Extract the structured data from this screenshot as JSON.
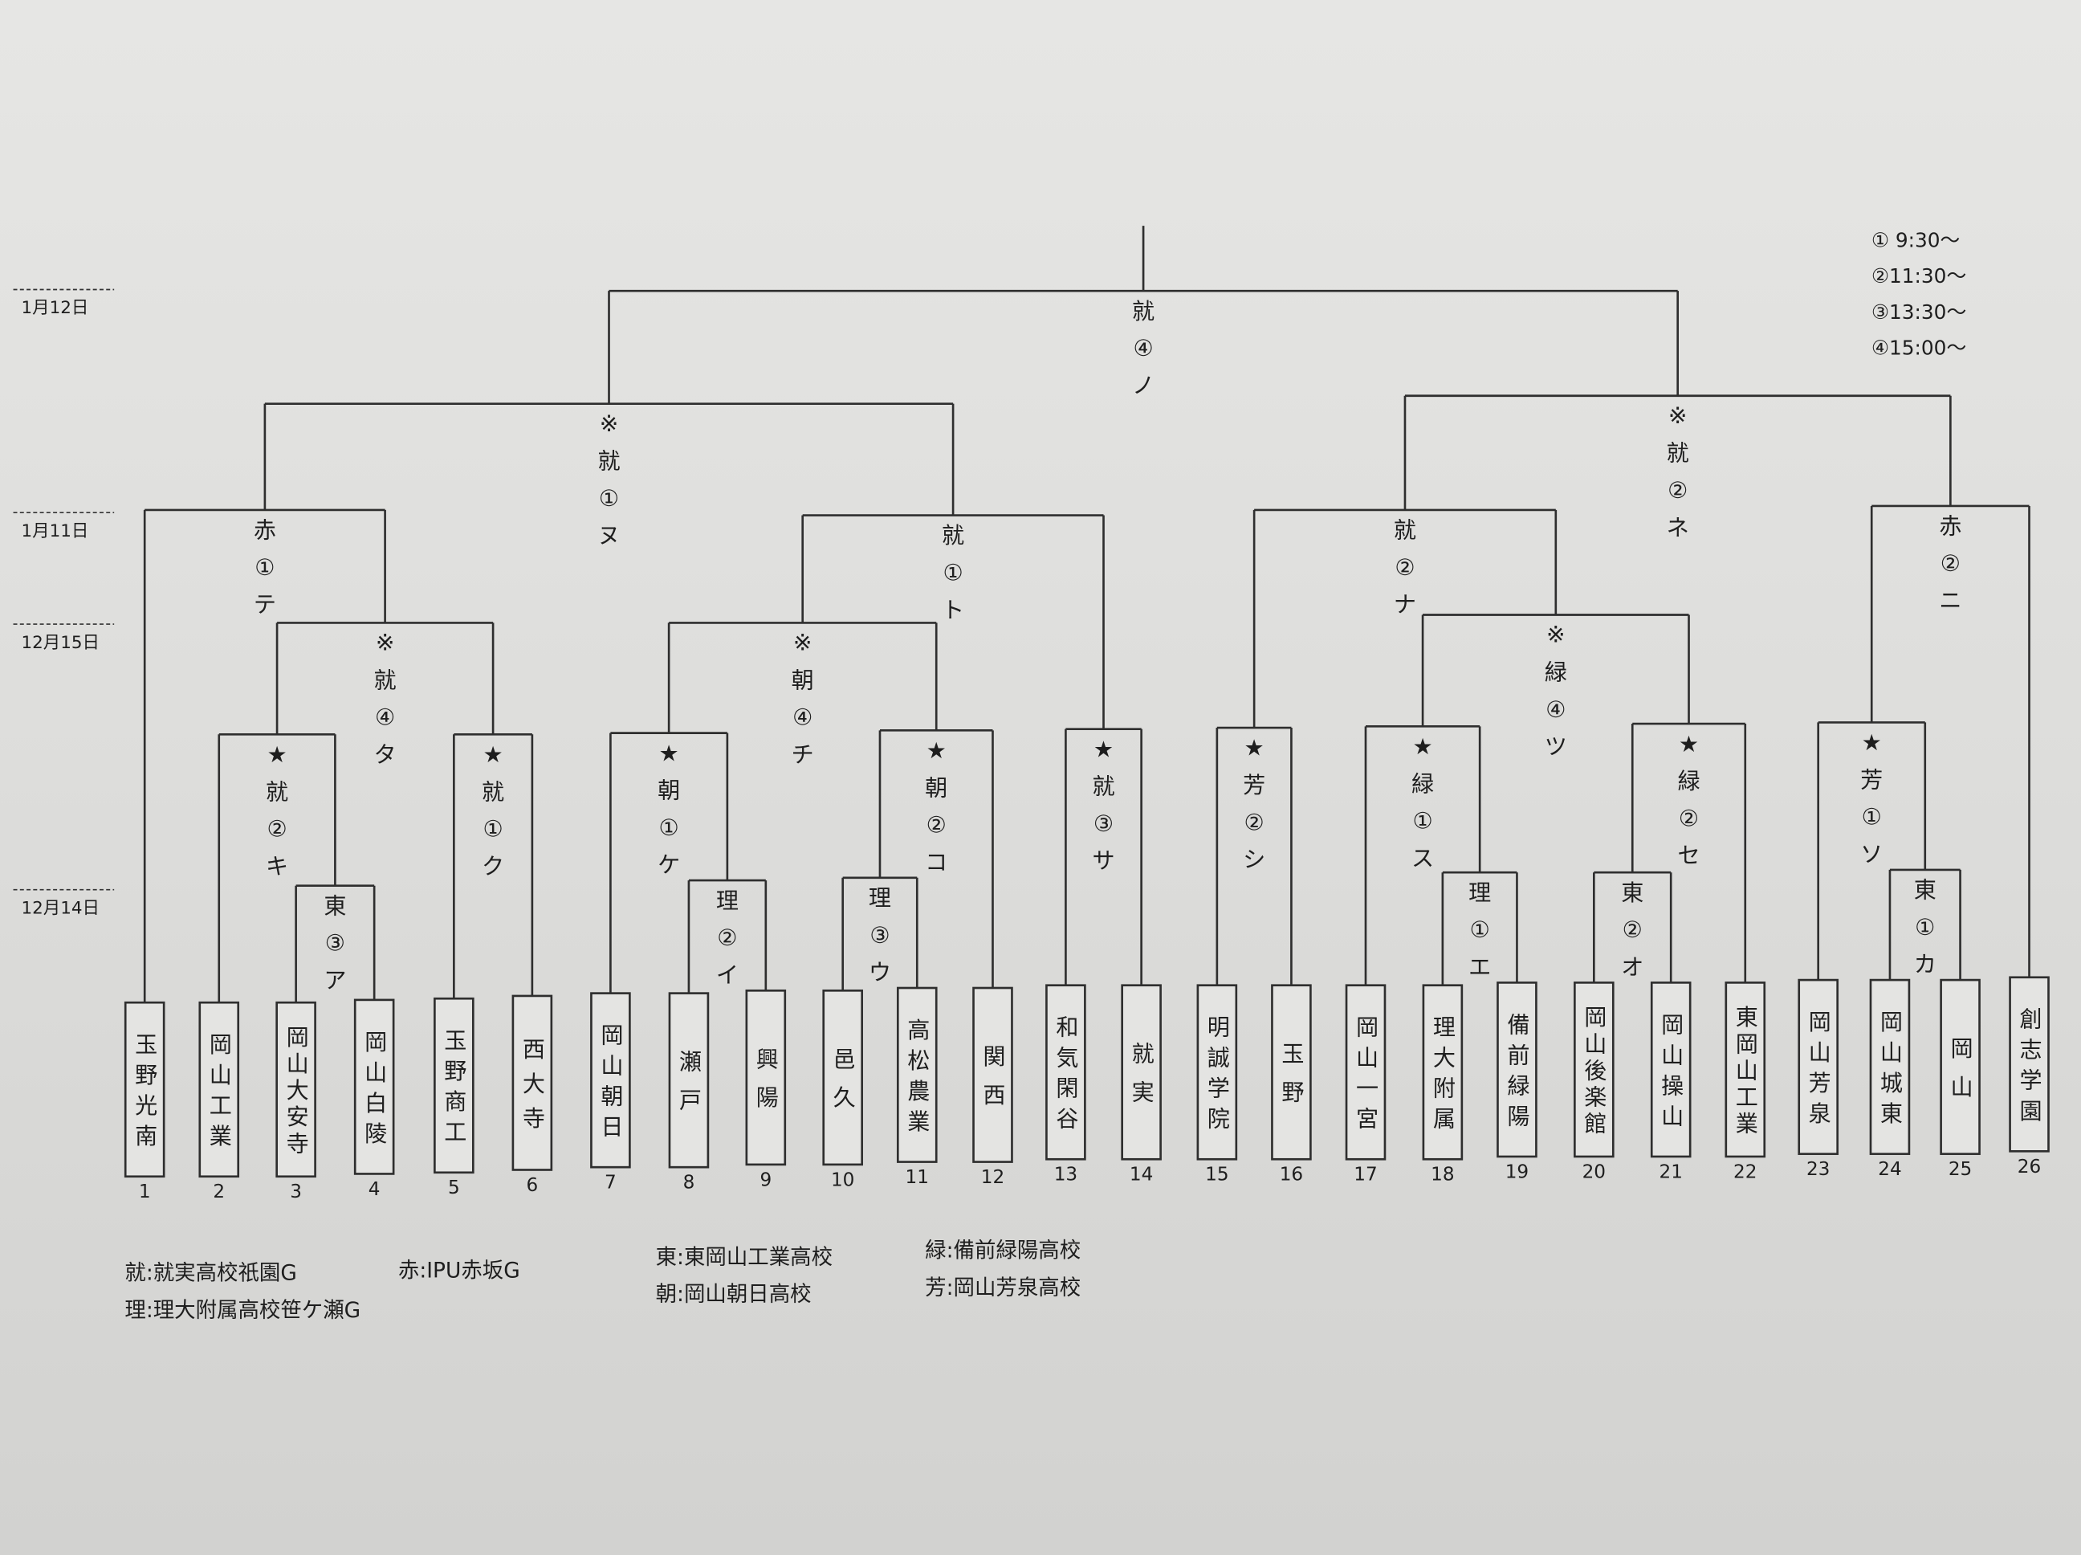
{
  "dates": [
    "1月12日",
    "1月11日",
    "12月15日",
    "12月14日"
  ],
  "schedule": [
    "① 9:30～",
    "②11:30～",
    "③13:30～",
    "④15:00～"
  ],
  "teams": [
    {
      "no": "1",
      "name": "玉野光南"
    },
    {
      "no": "2",
      "name": "岡山工業"
    },
    {
      "no": "3",
      "name": "岡山大安寺"
    },
    {
      "no": "4",
      "name": "岡山白陵"
    },
    {
      "no": "5",
      "name": "玉野商工"
    },
    {
      "no": "6",
      "name": "西大寺"
    },
    {
      "no": "7",
      "name": "岡山朝日"
    },
    {
      "no": "8",
      "name": "瀬戸"
    },
    {
      "no": "9",
      "name": "興陽"
    },
    {
      "no": "10",
      "name": "邑久"
    },
    {
      "no": "11",
      "name": "高松農業"
    },
    {
      "no": "12",
      "name": "関西"
    },
    {
      "no": "13",
      "name": "和気閑谷"
    },
    {
      "no": "14",
      "name": "就実"
    },
    {
      "no": "15",
      "name": "明誠学院"
    },
    {
      "no": "16",
      "name": "玉野"
    },
    {
      "no": "17",
      "name": "岡山一宮"
    },
    {
      "no": "18",
      "name": "理大附属"
    },
    {
      "no": "19",
      "name": "備前緑陽"
    },
    {
      "no": "20",
      "name": "岡山後楽館"
    },
    {
      "no": "21",
      "name": "岡山操山"
    },
    {
      "no": "22",
      "name": "東岡山工業"
    },
    {
      "no": "23",
      "name": "岡山芳泉"
    },
    {
      "no": "24",
      "name": "岡山城東"
    },
    {
      "no": "25",
      "name": "岡山"
    },
    {
      "no": "26",
      "name": "創志学園"
    }
  ],
  "matches": [
    {
      "code": "ア",
      "mark": "",
      "venue": "東",
      "slot": "③"
    },
    {
      "code": "キ",
      "mark": "★",
      "venue": "就",
      "slot": "②"
    },
    {
      "code": "ク",
      "mark": "★",
      "venue": "就",
      "slot": "①"
    },
    {
      "code": "タ",
      "mark": "※",
      "venue": "就",
      "slot": "④"
    },
    {
      "code": "テ",
      "mark": "",
      "venue": "赤",
      "slot": "①"
    },
    {
      "code": "イ",
      "mark": "",
      "venue": "理",
      "slot": "②"
    },
    {
      "code": "ケ",
      "mark": "★",
      "venue": "朝",
      "slot": "①"
    },
    {
      "code": "ウ",
      "mark": "",
      "venue": "理",
      "slot": "③"
    },
    {
      "code": "コ",
      "mark": "★",
      "venue": "朝",
      "slot": "②"
    },
    {
      "code": "チ",
      "mark": "※",
      "venue": "朝",
      "slot": "④"
    },
    {
      "code": "サ",
      "mark": "★",
      "venue": "就",
      "slot": "③"
    },
    {
      "code": "ト",
      "mark": "",
      "venue": "就",
      "slot": "①"
    },
    {
      "code": "ヌ",
      "mark": "※",
      "venue": "就",
      "slot": "①"
    },
    {
      "code": "シ",
      "mark": "★",
      "venue": "芳",
      "slot": "②"
    },
    {
      "code": "エ",
      "mark": "",
      "venue": "理",
      "slot": "①"
    },
    {
      "code": "ス",
      "mark": "★",
      "venue": "緑",
      "slot": "①"
    },
    {
      "code": "オ",
      "mark": "",
      "venue": "東",
      "slot": "②"
    },
    {
      "code": "セ",
      "mark": "★",
      "venue": "緑",
      "slot": "②"
    },
    {
      "code": "ツ",
      "mark": "※",
      "venue": "緑",
      "slot": "④"
    },
    {
      "code": "ナ",
      "mark": "",
      "venue": "就",
      "slot": "②"
    },
    {
      "code": "カ",
      "mark": "",
      "venue": "東",
      "slot": "①"
    },
    {
      "code": "ソ",
      "mark": "★",
      "venue": "芳",
      "slot": "①"
    },
    {
      "code": "ニ",
      "mark": "",
      "venue": "赤",
      "slot": "②"
    },
    {
      "code": "ネ",
      "mark": "※",
      "venue": "就",
      "slot": "②"
    },
    {
      "code": "ノ",
      "mark": "",
      "venue": "就",
      "slot": "④"
    }
  ],
  "legend": [
    "就:就実高校祇園G",
    "赤:IPU赤坂G",
    "理:理大附属高校笹ケ瀬G",
    "東:東岡山工業高校",
    "朝:岡山朝日高校",
    "緑:備前緑陽高校",
    "芳:岡山芳泉高校"
  ]
}
